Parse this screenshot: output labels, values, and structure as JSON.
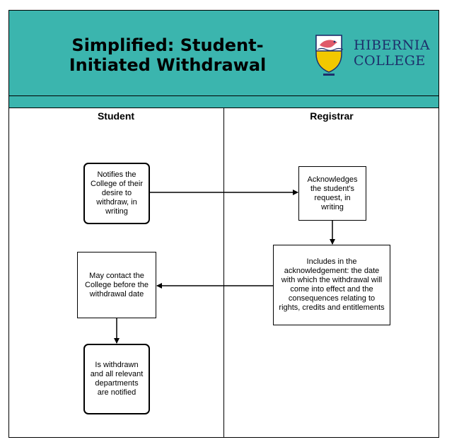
{
  "header": {
    "title": "Simplified: Student-\nInitiated Withdrawal",
    "college_line1": "HIBERNIA",
    "college_line2": "COLLEGE",
    "logo_icon": "hibernia-crest-icon",
    "colors": {
      "teal": "#3bb5ae",
      "navy": "#1d2f6b",
      "gold": "#f2c800"
    }
  },
  "lanes": {
    "student": "Student",
    "registrar": "Registrar"
  },
  "steps": {
    "notify": "Notifies the College of their desire to withdraw, in writing",
    "acknowledge": "Acknowledges the student's request, in writing",
    "includes": "Includes in the acknowledgement: the date with which the withdrawal will come into effect and the consequences relating to rights, credits and entitlements",
    "contact": "May contact the College before the withdrawal date",
    "withdrawn": "Is withdrawn and all relevant departments are notified"
  }
}
